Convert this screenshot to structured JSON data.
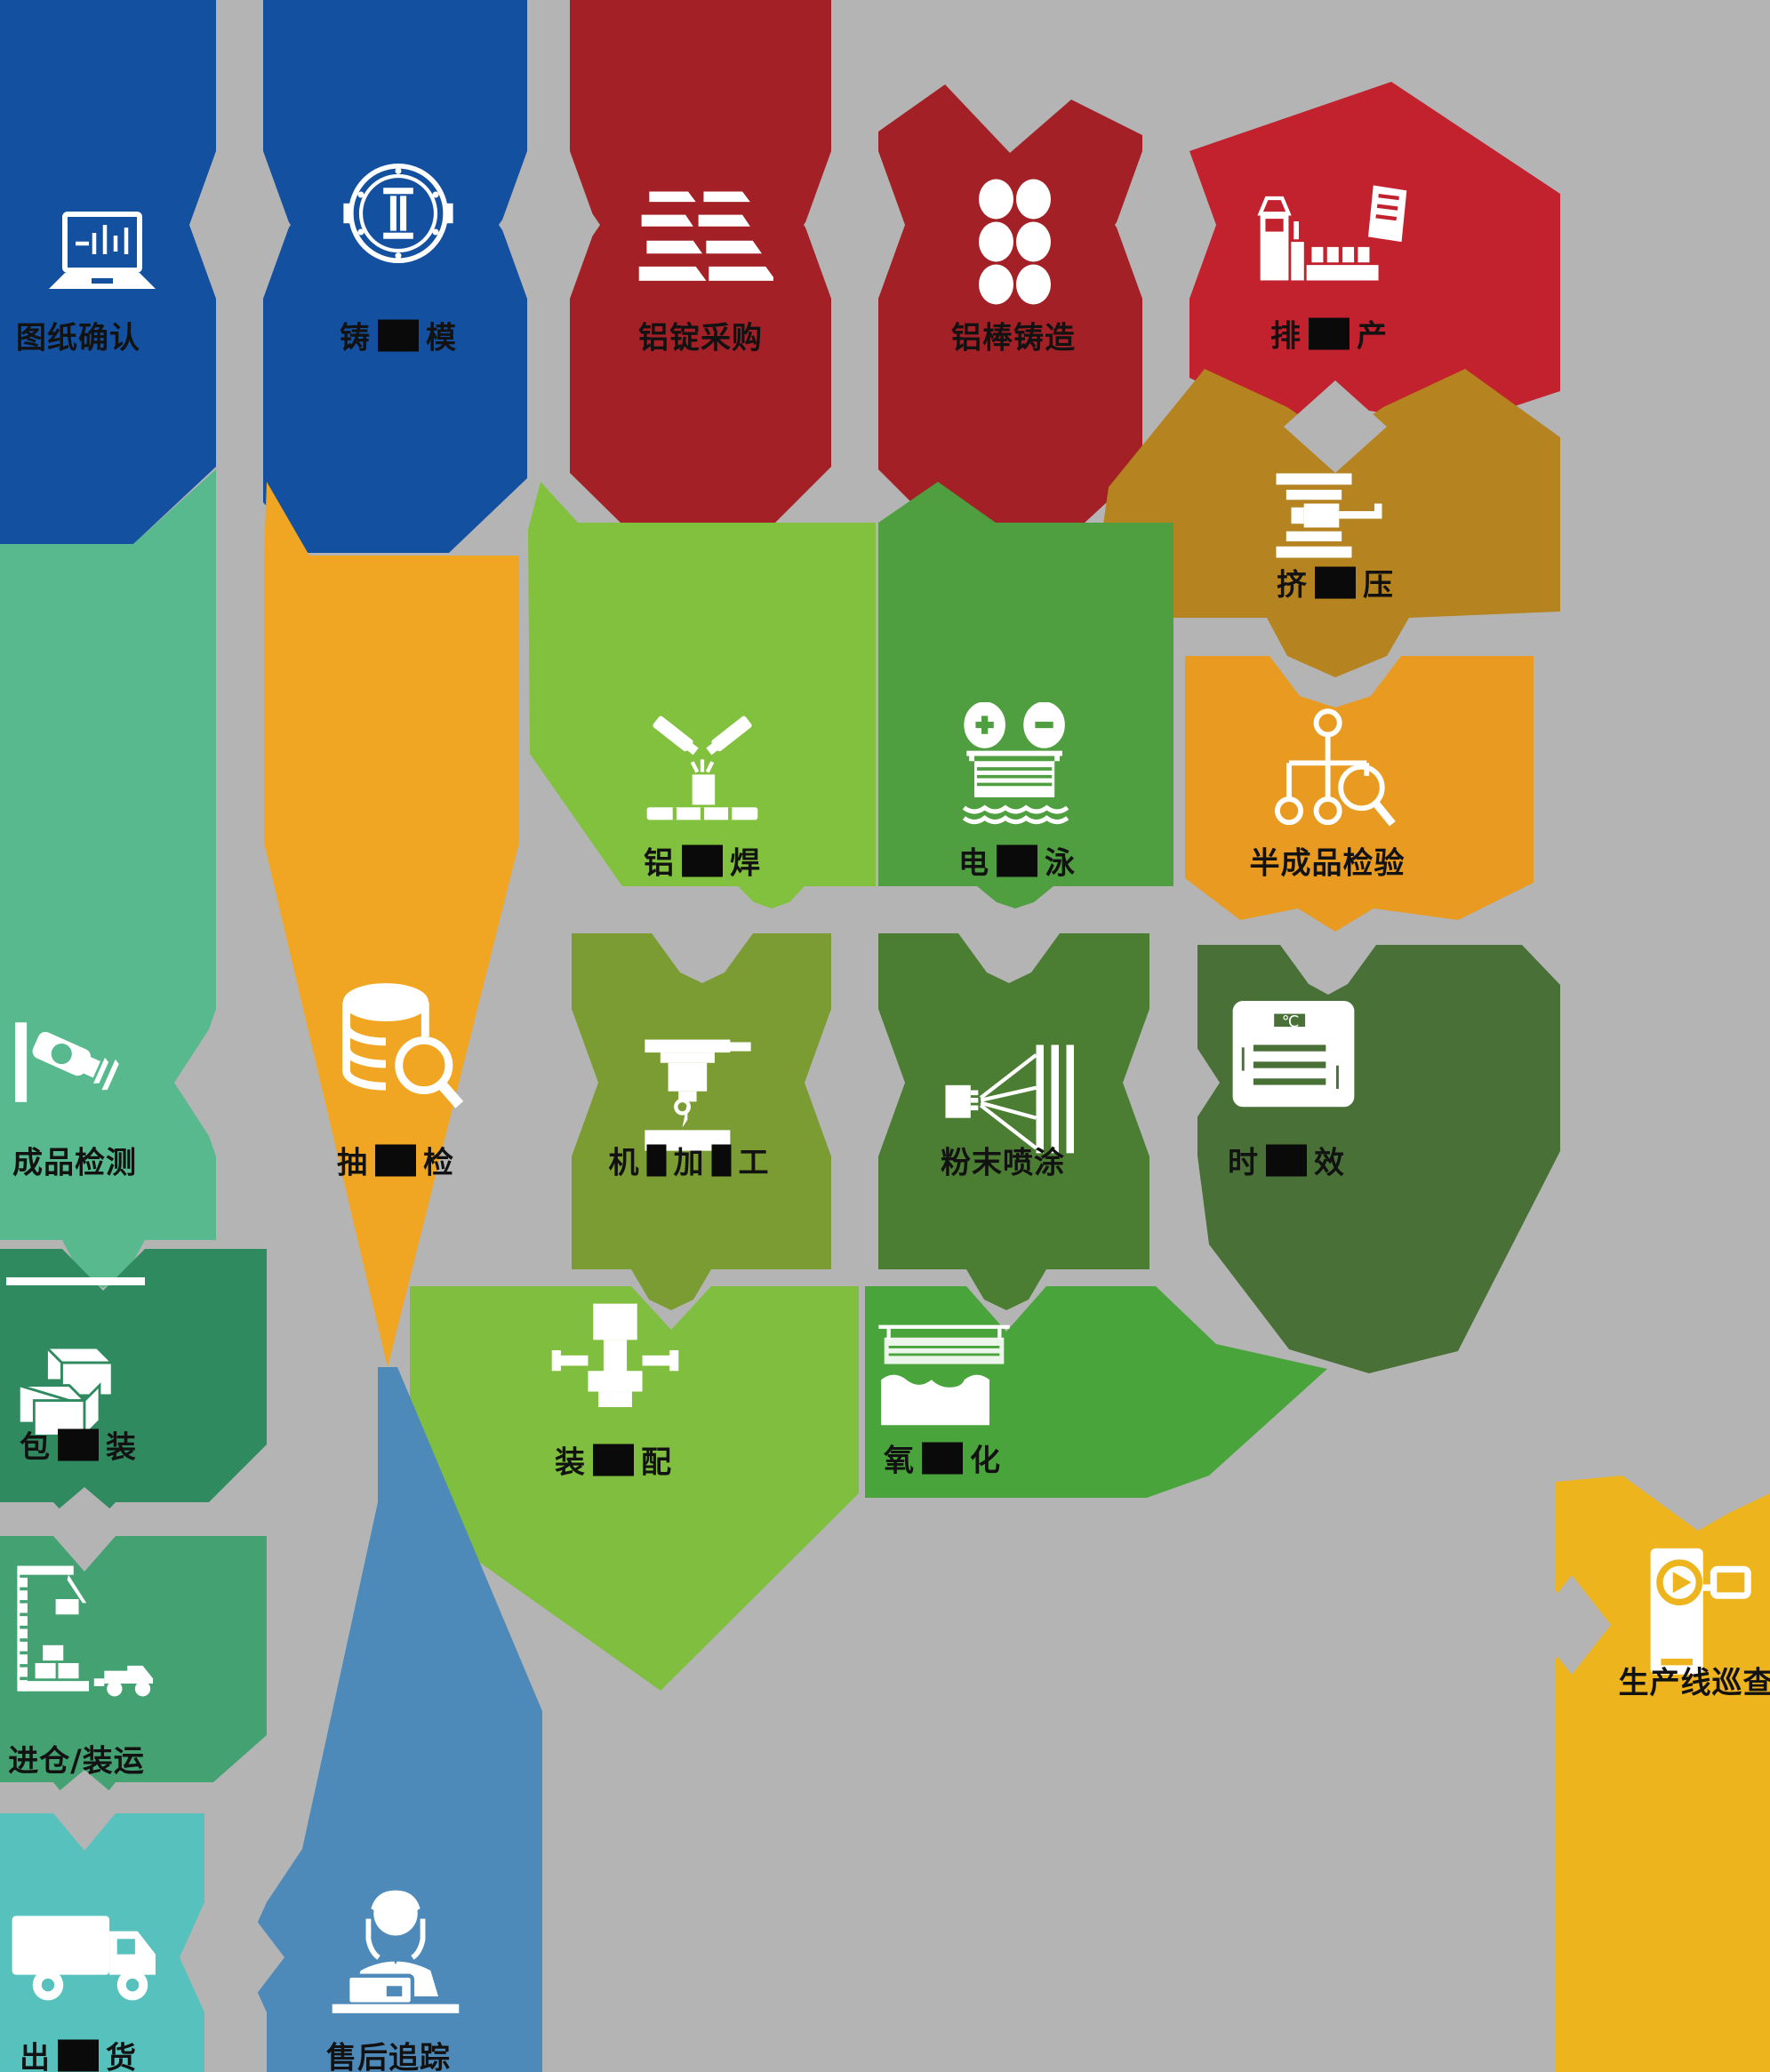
{
  "background_color": "#b4b4b4",
  "connector_color": "#b4b4b4",
  "icon_color": "#ffffff",
  "label_color": "#121212",
  "redaction_color": "#0a0a0a",
  "steps": [
    {
      "name": "drawing-confirmation",
      "label": "图纸确认",
      "parts": [
        "图纸确认"
      ],
      "color": "#1450a0",
      "icon": "laptop-blueprint-icon"
    },
    {
      "name": "mold-casting",
      "label": "铸模",
      "parts": [
        "铸",
        "模"
      ],
      "color": "#1450a0",
      "icon": "mold-icon"
    },
    {
      "name": "ingot-purchase",
      "label": "铝锭采购",
      "parts": [
        "铝锭采购"
      ],
      "color": "#a32126",
      "icon": "ingot-stack-icon"
    },
    {
      "name": "rod-casting",
      "label": "铝棒铸造",
      "parts": [
        "铝棒铸造"
      ],
      "color": "#a32126",
      "icon": "rod-ends-icon"
    },
    {
      "name": "production-scheduling",
      "label": "排产",
      "parts": [
        "排",
        "产"
      ],
      "color": "#c2212e",
      "icon": "factory-line-icon"
    },
    {
      "name": "extrusion",
      "label": "挤压",
      "parts": [
        "挤",
        "压"
      ],
      "color": "#b5831f",
      "icon": "extrusion-press-icon"
    },
    {
      "name": "semi-finished-inspection",
      "label": "半成品检验",
      "parts": [
        "半成品检验"
      ],
      "color": "#e89b20",
      "icon": "flowchart-magnifier-icon"
    },
    {
      "name": "electrophoresis",
      "label": "电泳",
      "parts": [
        "电",
        "泳"
      ],
      "color": "#4f9e3f",
      "icon": "electrode-bath-icon"
    },
    {
      "name": "aluminum-welding",
      "label": "铝焊",
      "parts": [
        "铝",
        "焊"
      ],
      "color": "#82c13e",
      "icon": "welding-torches-icon"
    },
    {
      "name": "finished-product-testing",
      "label": "成品检测",
      "parts": [
        "成品检测"
      ],
      "color": "#57b98d",
      "icon": "inspection-camera-icon"
    },
    {
      "name": "sampling-inspection",
      "label": "抽检",
      "parts": [
        "抽",
        "检"
      ],
      "color": "#f0a622",
      "icon": "database-magnifier-icon"
    },
    {
      "name": "machining",
      "label": "机加工",
      "parts": [
        "机",
        "加",
        "工"
      ],
      "color": "#7b9c33",
      "icon": "milling-machine-icon"
    },
    {
      "name": "powder-coating",
      "label": "粉末喷涂",
      "parts": [
        "粉末喷涂"
      ],
      "color": "#4b7d33",
      "icon": "spray-gun-icon"
    },
    {
      "name": "aging",
      "label": "时效",
      "parts": [
        "时",
        "效"
      ],
      "color": "#497036",
      "icon": "aging-oven-icon"
    },
    {
      "name": "packaging",
      "label": "包装",
      "parts": [
        "包",
        "装"
      ],
      "color": "#2f8a60",
      "icon": "boxes-icon"
    },
    {
      "name": "assembly",
      "label": "装配",
      "parts": [
        "装",
        "配"
      ],
      "color": "#7fbe3e",
      "icon": "assembly-part-icon"
    },
    {
      "name": "oxidation",
      "label": "氧化",
      "parts": [
        "氧",
        "化"
      ],
      "color": "#4aa43c",
      "icon": "oxidation-tank-icon"
    },
    {
      "name": "warehousing-shipping",
      "label": "进仓/装运",
      "parts": [
        "进仓/装运"
      ],
      "color": "#43a172",
      "icon": "crane-truck-icon"
    },
    {
      "name": "shipment",
      "label": "出货",
      "parts": [
        "出",
        "货"
      ],
      "color": "#56c1bd",
      "icon": "delivery-truck-icon"
    },
    {
      "name": "after-sales-tracking",
      "label": "售后追踪",
      "parts": [
        "售后追踪"
      ],
      "color": "#4e8ab9",
      "icon": "support-agent-icon"
    },
    {
      "name": "production-line-inspection",
      "label": "生产线巡查",
      "parts": [
        "生产线巡查"
      ],
      "color": "#eeb41e",
      "icon": "video-camera-icon"
    }
  ]
}
